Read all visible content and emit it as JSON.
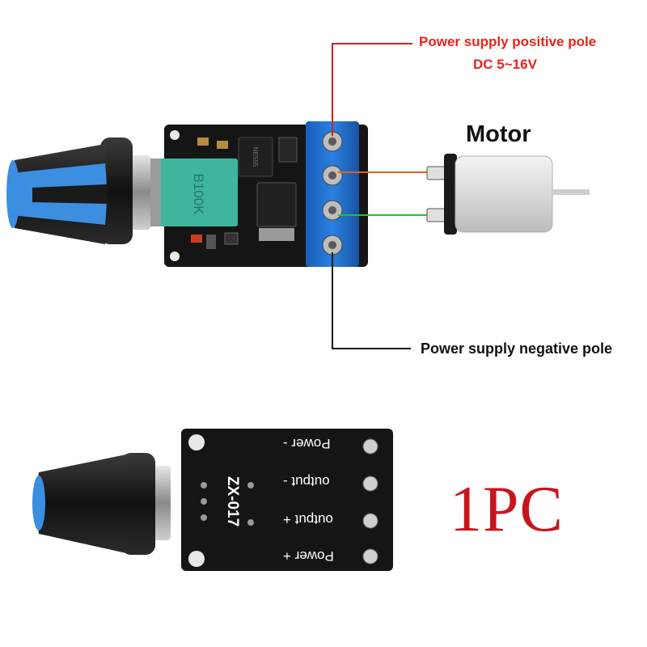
{
  "labels": {
    "positive_pole": "Power supply positive pole",
    "voltage": "DC 5~16V",
    "motor": "Motor",
    "negative_pole": "Power supply negative pole",
    "quantity": "1PC"
  },
  "board_top": {
    "pot_marking": "B100K",
    "chip_marking": "NE555",
    "pot_marking_short": "B100K"
  },
  "board_bottom": {
    "model": "ZX-017",
    "terminals": [
      "Power -",
      "output -",
      "output +",
      "Power +"
    ]
  },
  "colors": {
    "label_red": "#e8231d",
    "label_black": "#111111",
    "qty_red": "#c8151b",
    "wire_red": "#d42020",
    "wire_orange": "#e06020",
    "wire_green": "#22c22a",
    "wire_black": "#111111",
    "terminal_blue": "#1d6fd0",
    "knob_blue": "#3b8ee0",
    "pot_green": "#3fb59e",
    "pcb_black": "#151515"
  }
}
